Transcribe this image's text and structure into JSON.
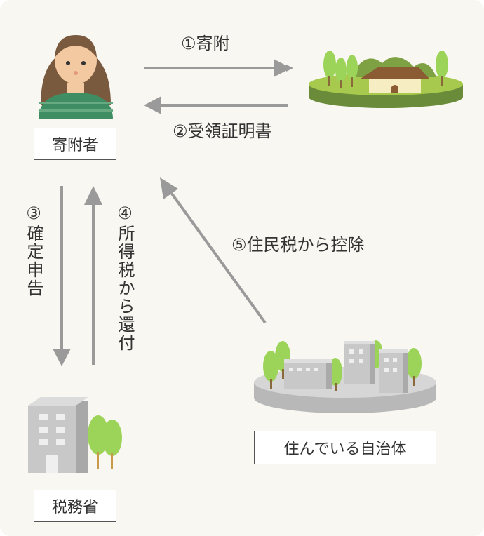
{
  "labels": {
    "donor": "寄附者",
    "tax_office": "税務省",
    "municipality": "住んでいる自治体"
  },
  "steps": {
    "s1": "①寄附",
    "s2": "②受領証明書",
    "s3": "③確定申告",
    "s4": "④所得税から還付",
    "s5": "⑤住民税から控除"
  },
  "colors": {
    "background": "#f8f7f1",
    "arrow": "#9a9a9a",
    "grass": "#a6c94e",
    "tree": "#9cd45a",
    "building": "#c8c8c8",
    "shirt": "#3f8e63",
    "hair": "#7a5a3e"
  }
}
